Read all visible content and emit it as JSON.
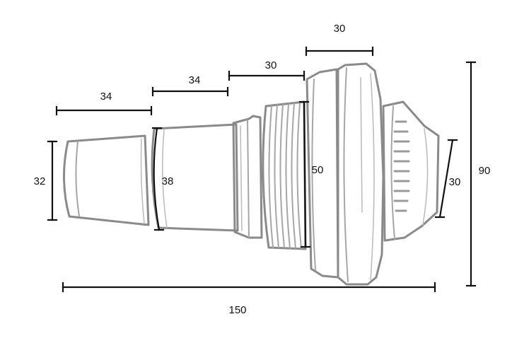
{
  "dimensions": {
    "top_flange_width": "30",
    "mid_thread_width": "30",
    "second_step_width": "34",
    "first_step_width": "34",
    "tip_diameter": "32",
    "second_diameter": "38",
    "thread_diameter": "50",
    "nozzle_diameter": "30",
    "overall_height": "90",
    "overall_length": "150"
  }
}
